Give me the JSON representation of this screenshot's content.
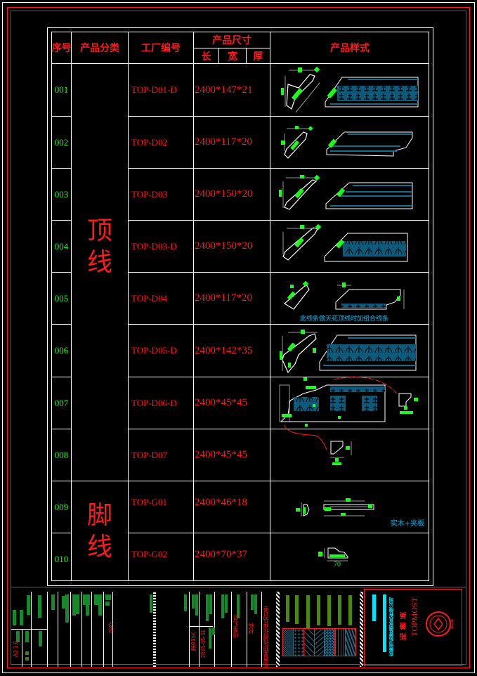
{
  "sheet": {
    "colors": {
      "frame_white": "#ffffff",
      "frame_red": "#ff1a1a",
      "text_red": "#ff1a1a",
      "text_green": "#19ff19",
      "moulding_fill": "#1a6a8a",
      "title_cyan": "#00e5ff",
      "title_green": "#168a2a"
    }
  },
  "table": {
    "headers": {
      "index": "序号",
      "category": "产品分类",
      "factory_code": "工厂编号",
      "size": "产品尺寸",
      "length": "长",
      "width": "宽",
      "thickness": "厚",
      "style": "产品样式"
    },
    "categories": [
      {
        "label_line1": "顶",
        "label_line2": "线"
      },
      {
        "label_line1": "脚",
        "label_line2": "线"
      }
    ],
    "rows": [
      {
        "index": "001",
        "code": "TOP-D01-D",
        "size": "2400*147*21"
      },
      {
        "index": "002",
        "code": "TOP-D02",
        "size": "2400*117*20"
      },
      {
        "index": "003",
        "code": "TOP-D03",
        "size": "2400*150*20"
      },
      {
        "index": "004",
        "code": "TOP-D03-D",
        "size": "2400*150*20"
      },
      {
        "index": "005",
        "code": "TOP-D04",
        "size": "2400*117*20",
        "note": "此线条做天花顶线时加组合线条"
      },
      {
        "index": "006",
        "code": "TOP-D05-D",
        "size": "2400*142*35"
      },
      {
        "index": "007",
        "code": "TOP-D06-D",
        "size": "2400*45*45"
      },
      {
        "index": "008",
        "code": "TOP-D07",
        "size": "2400*45*45"
      },
      {
        "index": "009",
        "code": "TOP-G01",
        "size": "2400*46*18",
        "note": "实木+夹板"
      },
      {
        "index": "010",
        "code": "TOP-G02",
        "size": "2400*70*37",
        "dim_label": "70"
      }
    ]
  },
  "title_block": {
    "scale": "A3 1:6",
    "date": "2015-05-11",
    "brand_en": "TOPMOST",
    "brand_cn": "拓普美",
    "company": "东莞市拓普美家具有限公司",
    "drawing_name": "拓普美顶线脚线样品订单",
    "page": "第01页",
    "label_summary": "线条汇总",
    "label_material": "材料",
    "label_drawn": "设计"
  }
}
